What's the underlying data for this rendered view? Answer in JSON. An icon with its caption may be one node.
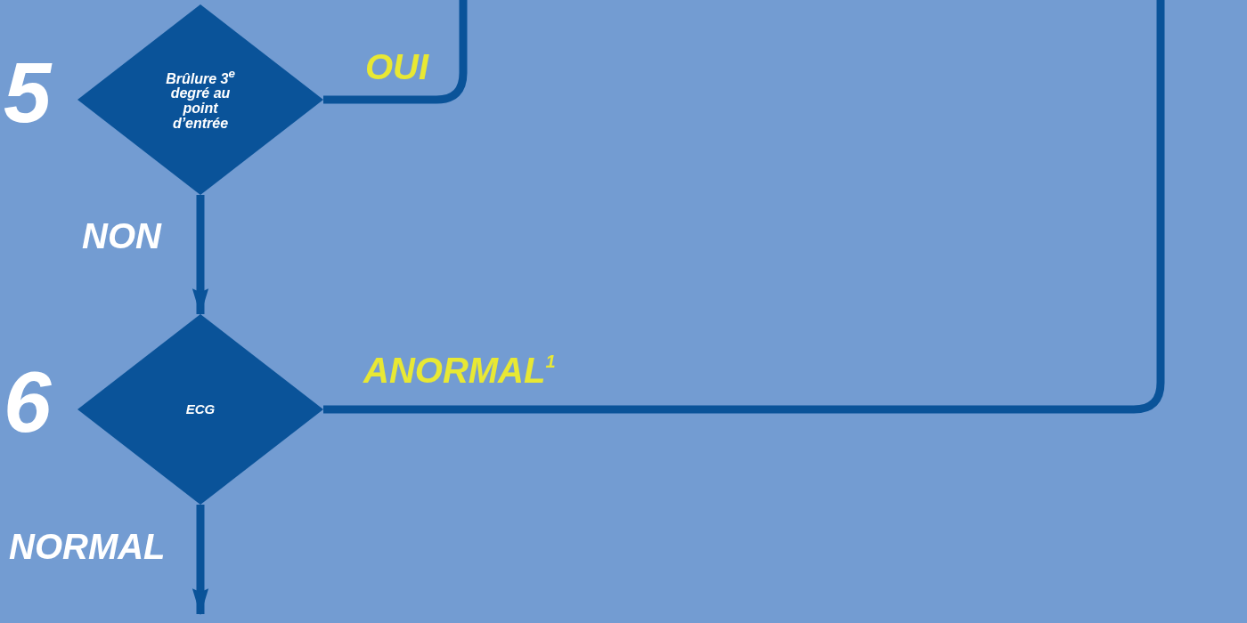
{
  "diagram": {
    "nodes": [
      {
        "text": [
          "Brûlure 3$^{e}$ degré au point d’entrée"
        ]
      },
      {
        "text": [
          "ECG"
        ]
      }
    ],
    "edges": [
      {
        "from": 0,
        "to": 1,
        "arrow": "to",
        "label": "NON"
      },
      {
        "from": 0,
        "to": null,
        "arrow": "none",
        "label": "OUI"
      },
      {
        "from": 1,
        "to": null,
        "arrow": "none",
        "label": "ANORMAL$^{1}$"
      },
      {
        "from": 1,
        "to": null,
        "arrow": "to",
        "label": "NORMAL"
      }
    ],
    "labels": [
      "5",
      "6"
    ]
  }
}
